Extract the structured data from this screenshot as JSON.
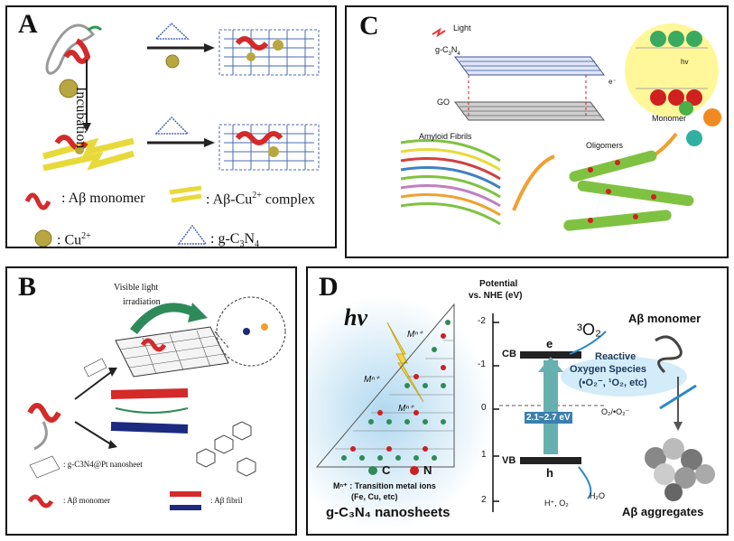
{
  "panels": {
    "a": {
      "label": "A",
      "incubation": "Incubation",
      "legend_monomer": ": Aβ  monomer",
      "legend_complex": ": Aβ-Cu",
      "legend_complex_sup": "2+",
      "legend_complex_tail": " complex",
      "legend_cu": ": Cu",
      "legend_cu_sup": "2+",
      "legend_gcn": ": g-C",
      "legend_gcn_sub3": "3",
      "legend_gcn_n": "N",
      "legend_gcn_sub4": "4"
    },
    "b": {
      "label": "B",
      "visible_light_1": "Visible light",
      "visible_light_2": "irradiation",
      "legend_sheet": ":  g-C3N4@Pt nanosheet",
      "legend_monomer": ": Aβ monomer",
      "legend_fibril": ": Aβ fibril"
    },
    "c": {
      "label": "C",
      "light": "Light",
      "gcn": "g-C",
      "gcn_sub3": "3",
      "gcn_n": "N",
      "gcn_sub4": "4",
      "go": "GO",
      "electron": "e⁻",
      "hv": "hv",
      "amyloid_fibrils": "Amyloid Fibrils",
      "oligomers": "Oligomers",
      "monomer": "Monomer"
    },
    "d": {
      "label": "D",
      "hv": "hv",
      "mn_label": "Mⁿ⁺",
      "potential_title_1": "Potential",
      "potential_title_2": "vs. NHE (eV)",
      "ticks": [
        "-2",
        "-1",
        "0",
        "1",
        "2"
      ],
      "cb": "CB",
      "vb": "VB",
      "e": "e",
      "h": "h",
      "o2_triplet": "³O₂",
      "ros_1": "Reactive",
      "ros_2": "Oxygen Species",
      "ros_3": "(•O₂⁻, ¹O₂, etc)",
      "redox": "O₂/•O₂⁻",
      "band_gap": "2.1~2.7 eV",
      "h_products": "H⁺, O₂",
      "h2o": "H₂O",
      "legend_c": "C",
      "legend_n": "N",
      "legend_ions_1": "Mⁿ⁺ : Transition metal ions",
      "legend_ions_2": "(Fe, Cu, etc)",
      "title": "g-C₃N₄ nanosheets",
      "ab_monomer": "Aβ monomer",
      "ab_aggregates": "Aβ aggregates"
    }
  },
  "colors": {
    "border": "#111111",
    "helix_red": "#d42a2a",
    "sheet_yellow": "#e8d93a",
    "cu_gold": "#b8a640",
    "lattice_blue": "#4a6bb0",
    "fibril_green": "#7fc242",
    "arrow_orange": "#f0a030",
    "glow_blue": "#a8d4ee",
    "atom_green": "#2e8b57",
    "atom_red": "#cc2020",
    "ros_blue": "#2a88c8"
  }
}
